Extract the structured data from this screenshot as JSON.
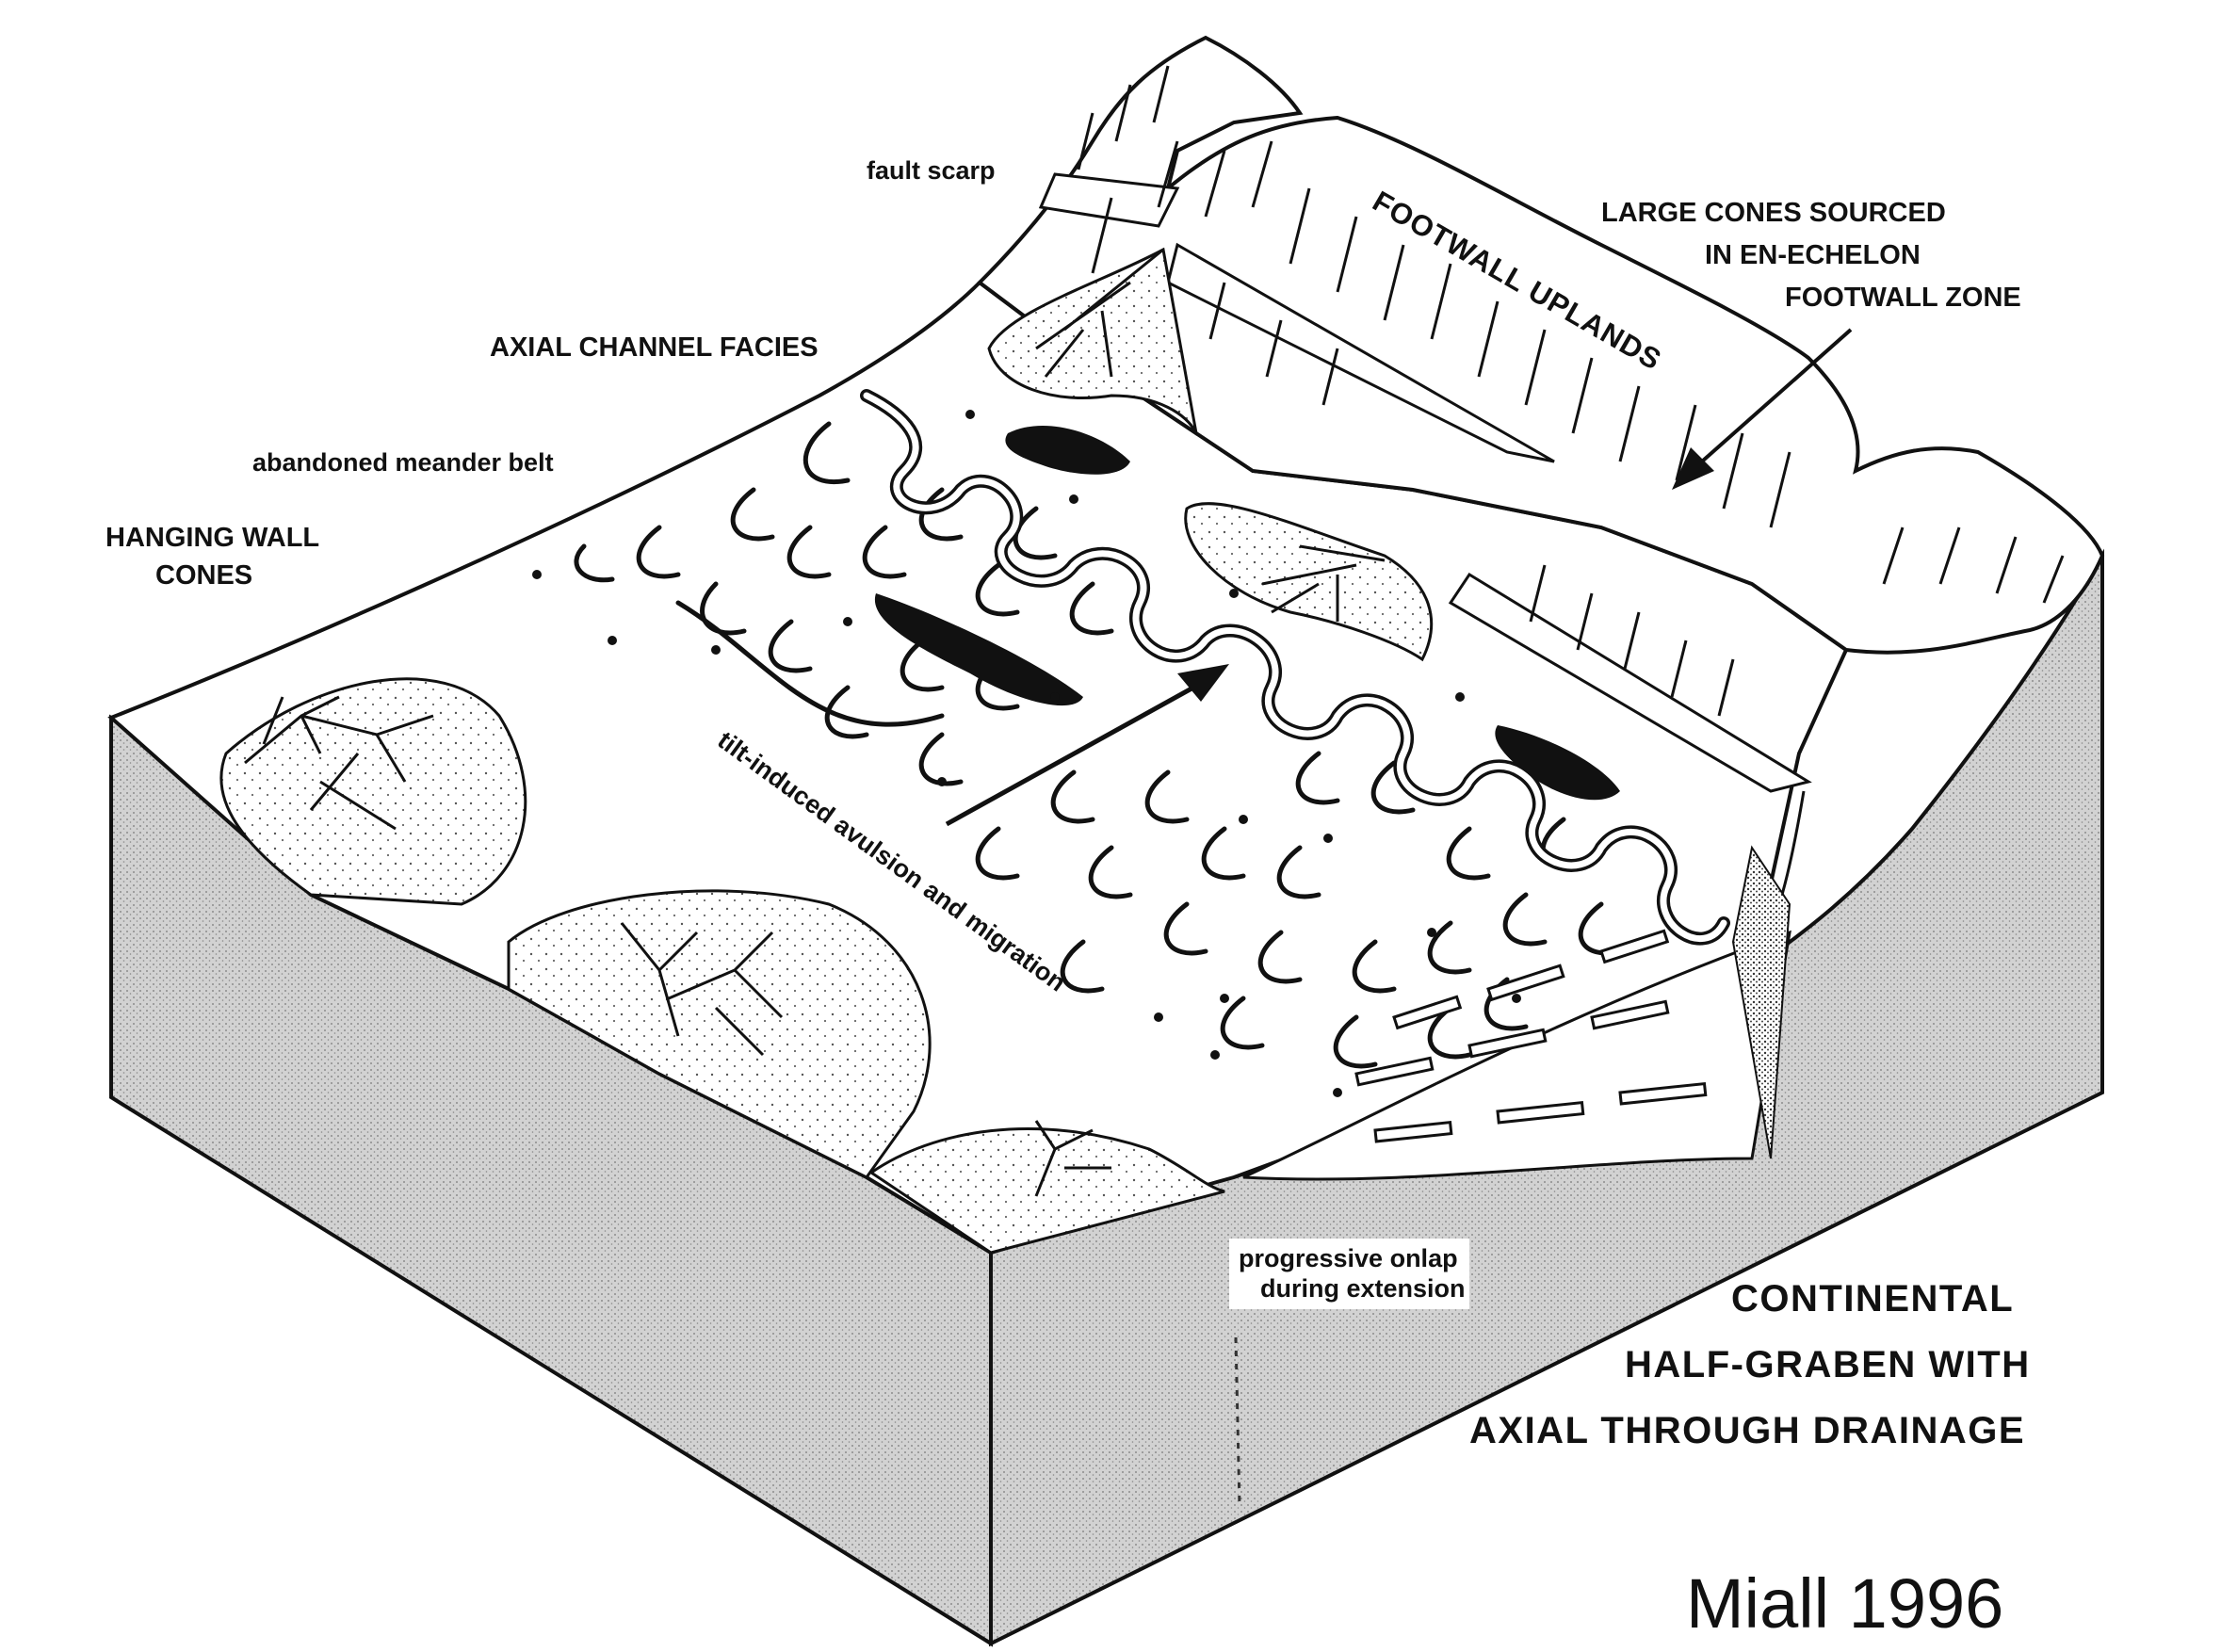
{
  "labels": {
    "fault_scarp": "fault scarp",
    "axial_channel_facies": "AXIAL CHANNEL FACIES",
    "abandoned_meander_belt": "abandoned meander belt",
    "hanging_wall_line1": "HANGING  WALL",
    "hanging_wall_line2": "CONES",
    "footwall_uplands": "FOOTWALL UPLANDS",
    "large_cones_line1": "LARGE CONES SOURCED",
    "large_cones_line2": "IN EN-ECHELON",
    "large_cones_line3": "FOOTWALL ZONE",
    "tilt_avulsion": "tilt-induced avulsion and migration",
    "onlap_line1": "progressive onlap",
    "onlap_line2": "during extension"
  },
  "title": {
    "line1": "CONTINENTAL",
    "line2": "HALF-GRABEN WITH",
    "line3": "AXIAL THROUGH DRAINAGE"
  },
  "credit": "Miall 1996",
  "colors": {
    "ink": "#111111",
    "stipple_face": "#c9c9c9",
    "background": "#ffffff"
  }
}
